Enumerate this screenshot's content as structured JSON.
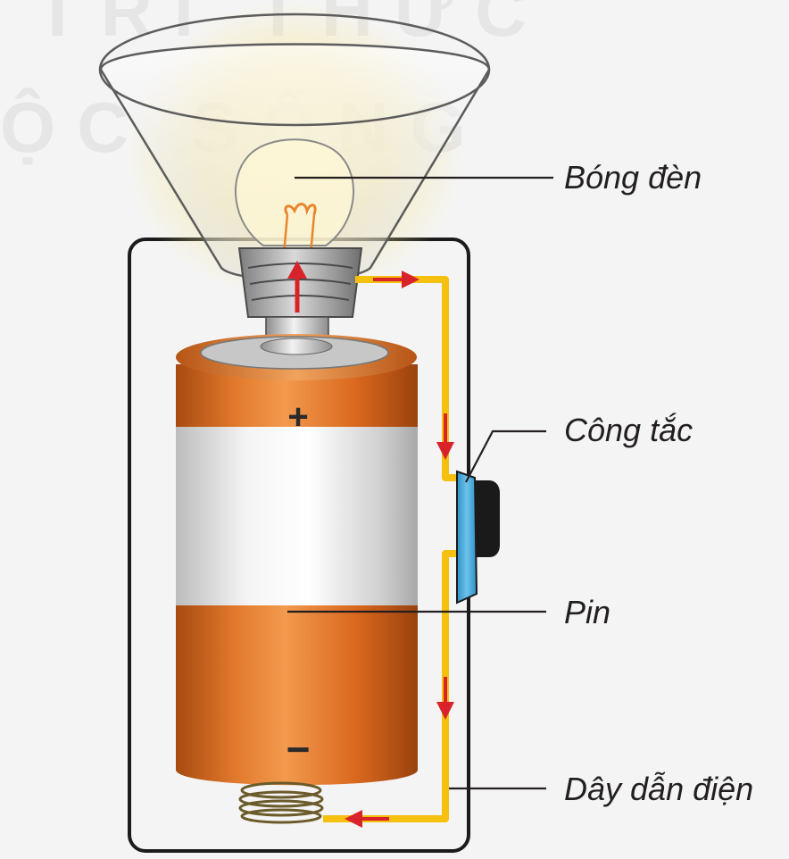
{
  "watermark": {
    "line1": "TRI THỨC",
    "line2": "ỘC SỐNG"
  },
  "labels": {
    "bulb": "Bóng đèn",
    "switch": "Công tắc",
    "battery": "Pin",
    "wire": "Dây dẫn điện"
  },
  "battery": {
    "plus": "+",
    "minus": "−"
  },
  "colors": {
    "wire": "#f5c10e",
    "current_arrow": "#d9232a",
    "battery_body": "#d4641a",
    "switch_plate": "#4aa8d8",
    "label_text": "#231f20"
  }
}
